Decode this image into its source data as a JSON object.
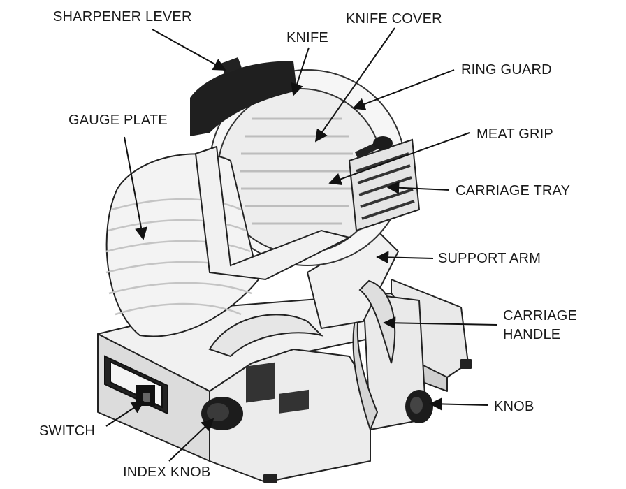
{
  "labels": {
    "sharpener_lever": "SHARPENER LEVER",
    "knife": "KNIFE",
    "knife_cover": "KNIFE COVER",
    "ring_guard": "RING GUARD",
    "gauge_plate": "GAUGE PLATE",
    "meat_grip": "MEAT GRIP",
    "carriage_tray": "CARRIAGE TRAY",
    "support_arm": "SUPPORT ARM",
    "carriage_handle_1": "CARRIAGE",
    "carriage_handle_2": "HANDLE",
    "knob": "KNOB",
    "switch": "SWITCH",
    "index_knob": "INDEX KNOB"
  }
}
